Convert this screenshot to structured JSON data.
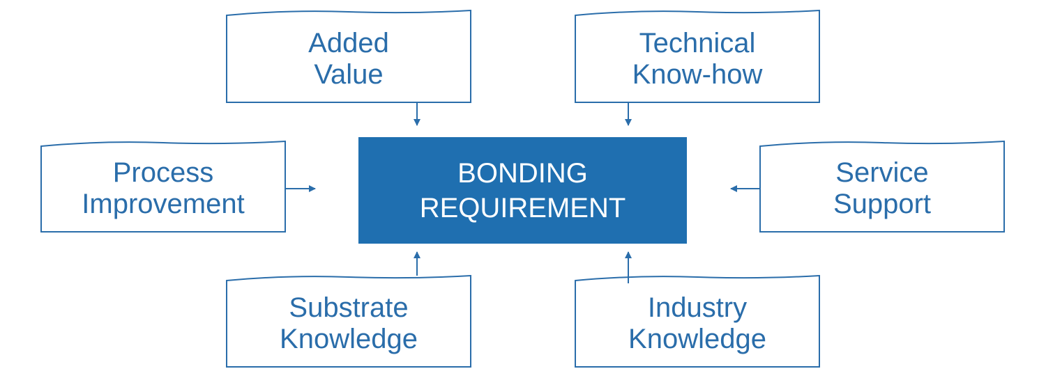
{
  "diagram": {
    "center": {
      "line1": "BONDING",
      "line2": "REQUIREMENT"
    },
    "nodes": {
      "added_value": {
        "line1": "Added",
        "line2": "Value"
      },
      "technical_know_how": {
        "line1": "Technical",
        "line2": "Know-how"
      },
      "process_improvement": {
        "line1": "Process",
        "line2": "Improvement"
      },
      "service_support": {
        "line1": "Service",
        "line2": "Support"
      },
      "substrate_knowledge": {
        "line1": "Substrate",
        "line2": "Knowledge"
      },
      "industry_knowledge": {
        "line1": "Industry",
        "line2": "Knowledge"
      }
    },
    "colors": {
      "accent": "#1F6FB0",
      "node_text": "#2A6DAA",
      "node_border": "#2A6DAA",
      "center_text": "#FFFFFF",
      "background": "#FFFFFF"
    }
  }
}
